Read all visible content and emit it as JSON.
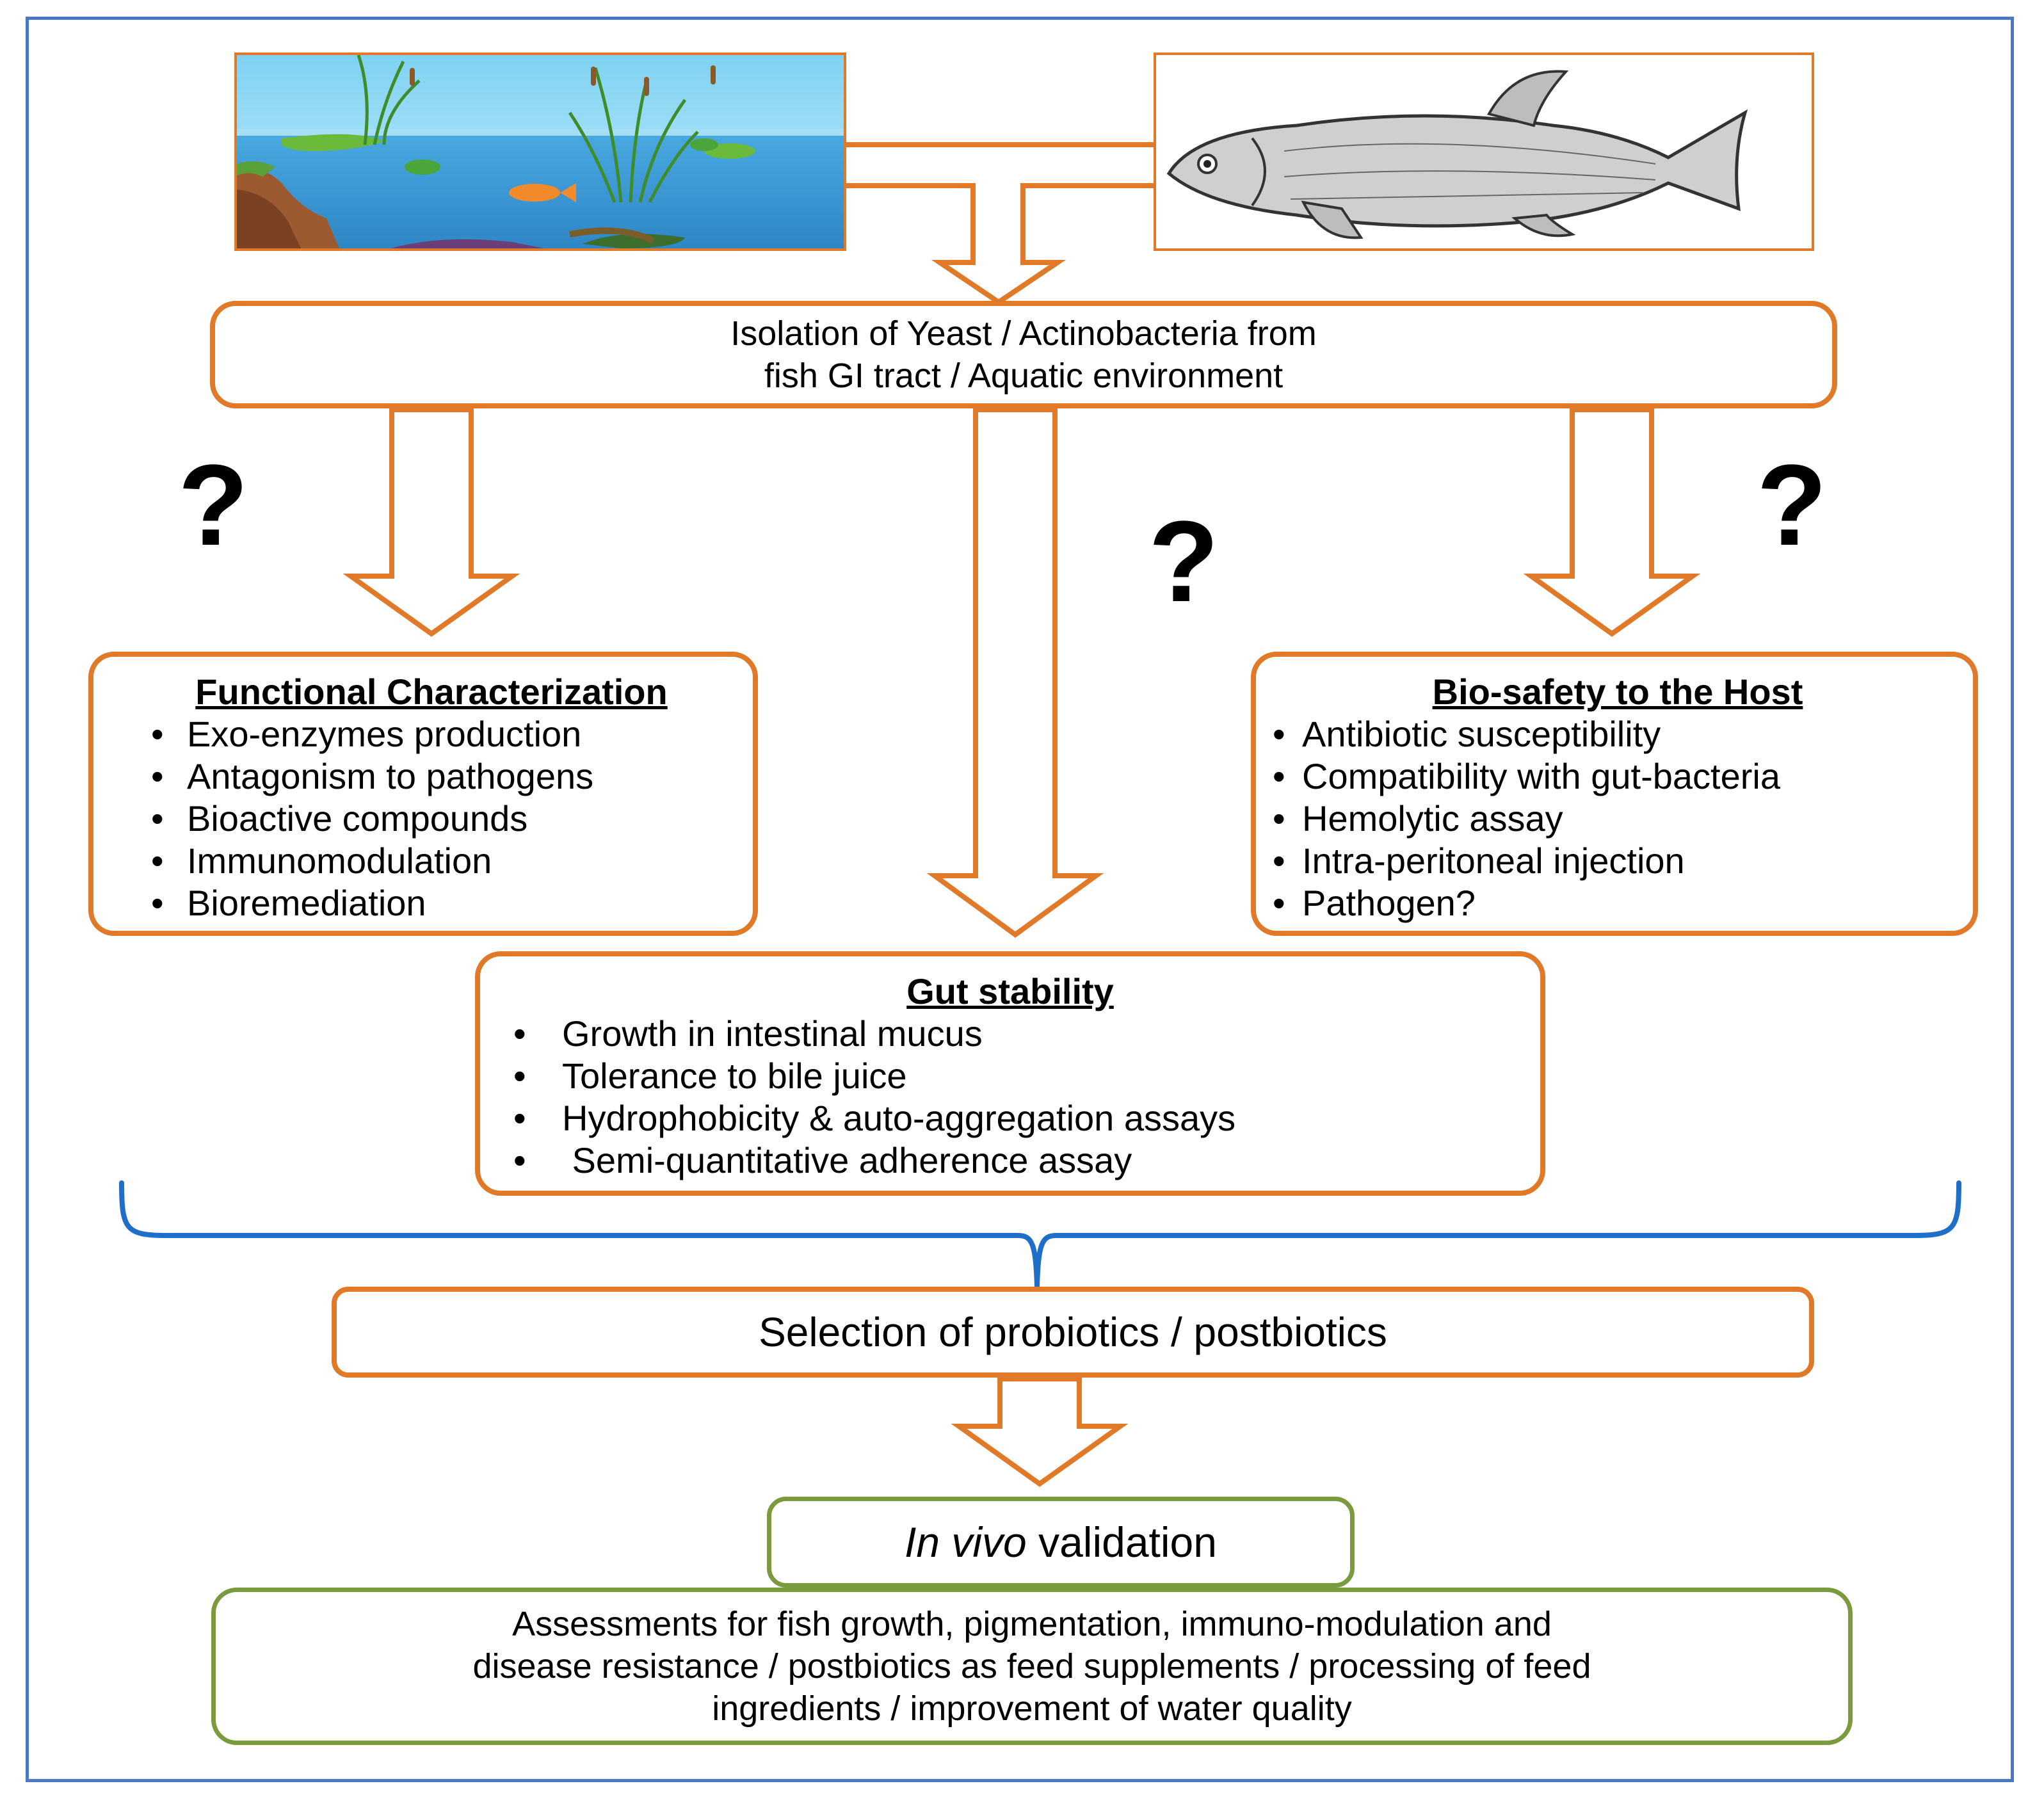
{
  "top": {
    "isolation_line1": "Isolation of Yeast / Actinobacteria from",
    "isolation_line2": "fish GI tract / Aquatic environment"
  },
  "question_marks": [
    "?",
    "?",
    "?"
  ],
  "functional": {
    "title": "Functional Characterization",
    "items": [
      "Exo-enzymes production",
      "Antagonism to pathogens",
      "Bioactive compounds",
      "Immunomodulation",
      "Bioremediation"
    ]
  },
  "biosafety": {
    "title": "Bio-safety to the Host",
    "items": [
      "Antibiotic susceptibility",
      "Compatibility with gut-bacteria",
      "Hemolytic assay",
      "Intra-peritoneal injection",
      "Pathogen?"
    ]
  },
  "gut": {
    "title": "Gut stability",
    "items": [
      "Growth in intestinal mucus",
      "Tolerance to bile juice",
      "Hydrophobicity & auto-aggregation assays",
      " Semi-quantitative adherence assay"
    ]
  },
  "selection": {
    "label": "Selection of probiotics / postbiotics"
  },
  "invivo": {
    "italic": "In vivo",
    "rest": " validation"
  },
  "assessment": {
    "line1": "Assessments for fish growth, pigmentation, immuno-modulation and",
    "line2": "disease resistance / postbiotics as feed supplements / processing of feed",
    "line3": "ingredients / improvement of water quality"
  },
  "colors": {
    "orange": "#e07a28",
    "green": "#7b9a3e",
    "blue_frame": "#4a78c2",
    "brace": "#1f6fc8"
  },
  "images": [
    "aquatic-environment-illustration",
    "fish-sketch"
  ]
}
